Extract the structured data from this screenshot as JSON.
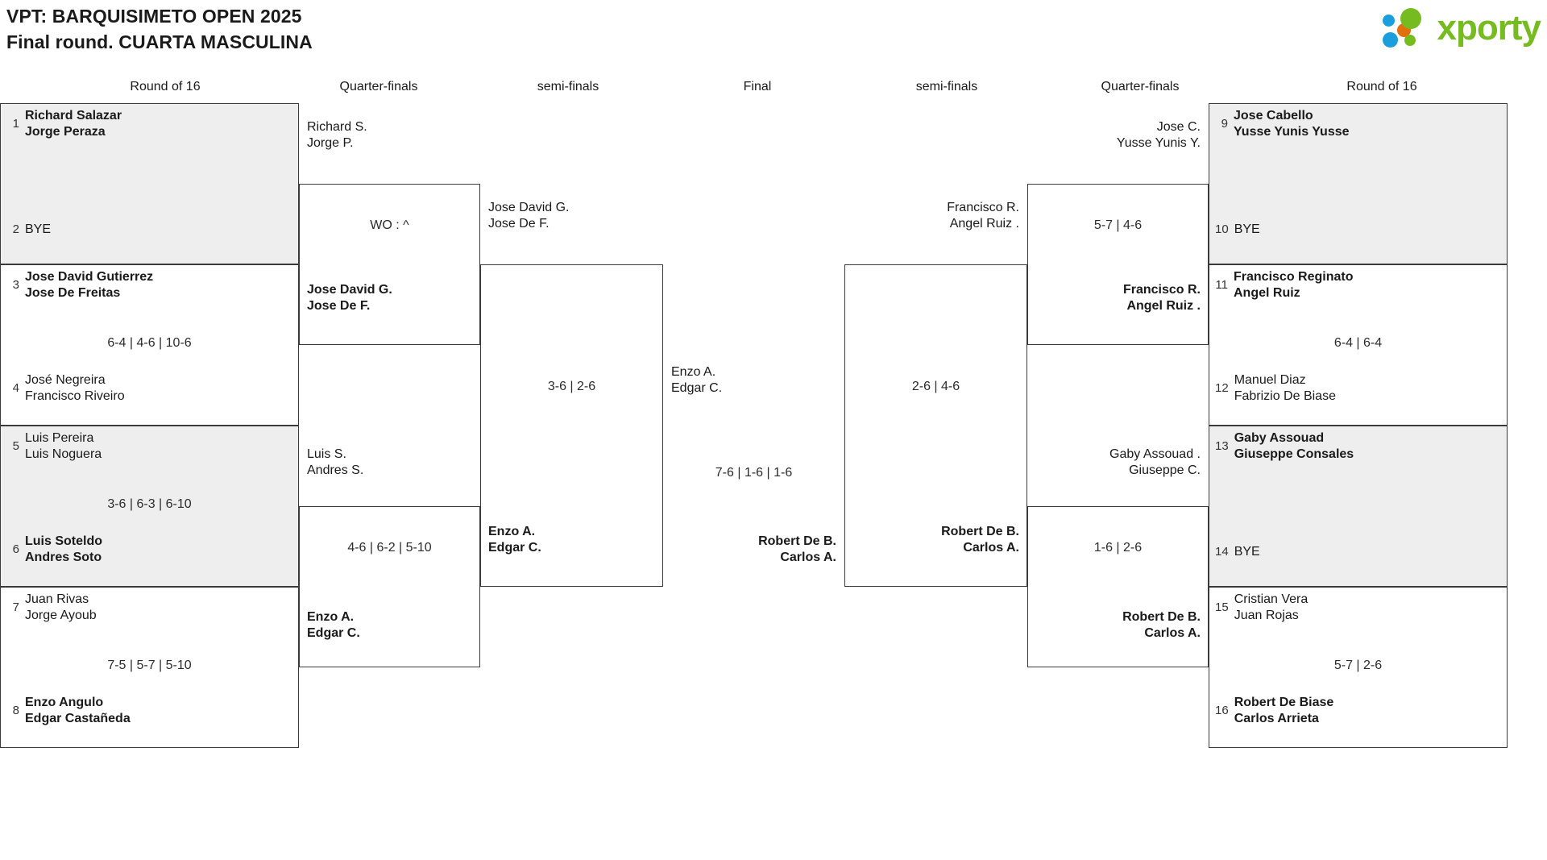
{
  "header": {
    "title_line1": "VPT: BARQUISIMETO OPEN 2025",
    "title_line2": "Final round. CUARTA MASCULINA",
    "logo_text": "xporty",
    "logo_colors": {
      "green": "#76bc21",
      "orange": "#e2700d",
      "blue": "#1a9fdc"
    }
  },
  "round_headers": {
    "left_r16": "Round of 16",
    "left_qf": "Quarter-finals",
    "left_sf": "semi-finals",
    "final": "Final",
    "right_sf": "semi-finals",
    "right_qf": "Quarter-finals",
    "right_r16": "Round of 16"
  },
  "bracket": {
    "left_r16": [
      {
        "top": {
          "seed": "1",
          "p1": "Richard Salazar",
          "p2": "Jorge Peraza",
          "winner": true
        },
        "bottom": {
          "seed": "2",
          "p1": "BYE",
          "p2": "",
          "winner": false
        },
        "score": ""
      },
      {
        "top": {
          "seed": "3",
          "p1": "Jose David Gutierrez",
          "p2": "Jose De Freitas",
          "winner": true
        },
        "bottom": {
          "seed": "4",
          "p1": "José Negreira",
          "p2": "Francisco Riveiro",
          "winner": false
        },
        "score": "6-4 | 4-6 | 10-6"
      },
      {
        "top": {
          "seed": "5",
          "p1": "Luis Pereira",
          "p2": "Luis Noguera",
          "winner": false
        },
        "bottom": {
          "seed": "6",
          "p1": "Luis Soteldo",
          "p2": "Andres Soto",
          "winner": true
        },
        "score": "3-6 | 6-3 | 6-10"
      },
      {
        "top": {
          "seed": "7",
          "p1": "Juan Rivas",
          "p2": "Jorge Ayoub",
          "winner": false
        },
        "bottom": {
          "seed": "8",
          "p1": "Enzo Angulo",
          "p2": "Edgar Castañeda",
          "winner": true
        },
        "score": "7-5 | 5-7 | 5-10"
      }
    ],
    "left_qf": [
      {
        "top": {
          "p1": "Richard S.",
          "p2": "Jorge P.",
          "winner": false
        },
        "bottom": {
          "p1": "Jose David G.",
          "p2": "Jose De F.",
          "winner": true
        },
        "score": "WO : ^"
      },
      {
        "top": {
          "p1": "Luis S.",
          "p2": "Andres S.",
          "winner": false
        },
        "bottom": {
          "p1": "Enzo A.",
          "p2": "Edgar C.",
          "winner": true
        },
        "score": "4-6 | 6-2 | 5-10"
      }
    ],
    "left_sf": [
      {
        "top": {
          "p1": "Jose David G.",
          "p2": "Jose De F.",
          "winner": false
        },
        "bottom": {
          "p1": "Enzo A.",
          "p2": "Edgar C.",
          "winner": true
        },
        "score": "3-6 | 2-6"
      }
    ],
    "final": {
      "top": {
        "p1": "Enzo A.",
        "p2": "Edgar C.",
        "winner": false
      },
      "bottom": {
        "p1": "Robert De B.",
        "p2": "Carlos A.",
        "winner": true
      },
      "score": "7-6 | 1-6 | 1-6"
    },
    "right_sf": [
      {
        "top": {
          "p1": "Francisco R.",
          "p2": "Angel Ruiz .",
          "winner": false
        },
        "bottom": {
          "p1": "Robert De B.",
          "p2": "Carlos A.",
          "winner": true
        },
        "score": "2-6 | 4-6"
      }
    ],
    "right_qf": [
      {
        "top": {
          "p1": "Jose C.",
          "p2": "Yusse Yunis Y.",
          "winner": false
        },
        "bottom": {
          "p1": "Francisco R.",
          "p2": "Angel Ruiz .",
          "winner": true
        },
        "score": "5-7 | 4-6"
      },
      {
        "top": {
          "p1": "Gaby Assouad .",
          "p2": "Giuseppe C.",
          "winner": false
        },
        "bottom": {
          "p1": "Robert De B.",
          "p2": "Carlos A.",
          "winner": true
        },
        "score": "1-6 | 2-6"
      }
    ],
    "right_r16": [
      {
        "top": {
          "seed": "9",
          "p1": "Jose Cabello",
          "p2": "Yusse Yunis Yusse",
          "winner": true
        },
        "bottom": {
          "seed": "10",
          "p1": "BYE",
          "p2": "",
          "winner": false
        },
        "score": ""
      },
      {
        "top": {
          "seed": "11",
          "p1": "Francisco Reginato",
          "p2": "Angel Ruiz",
          "winner": true
        },
        "bottom": {
          "seed": "12",
          "p1": "Manuel Diaz",
          "p2": "Fabrizio De Biase",
          "winner": false
        },
        "score": "6-4 | 6-4"
      },
      {
        "top": {
          "seed": "13",
          "p1": "Gaby Assouad",
          "p2": "Giuseppe Consales",
          "winner": true
        },
        "bottom": {
          "seed": "14",
          "p1": "BYE",
          "p2": "",
          "winner": false
        },
        "score": ""
      },
      {
        "top": {
          "seed": "15",
          "p1": "Cristian Vera",
          "p2": "Juan Rojas",
          "winner": false
        },
        "bottom": {
          "seed": "16",
          "p1": "Robert De Biase",
          "p2": "Carlos Arrieta",
          "winner": true
        },
        "score": "5-7 | 2-6"
      }
    ]
  }
}
